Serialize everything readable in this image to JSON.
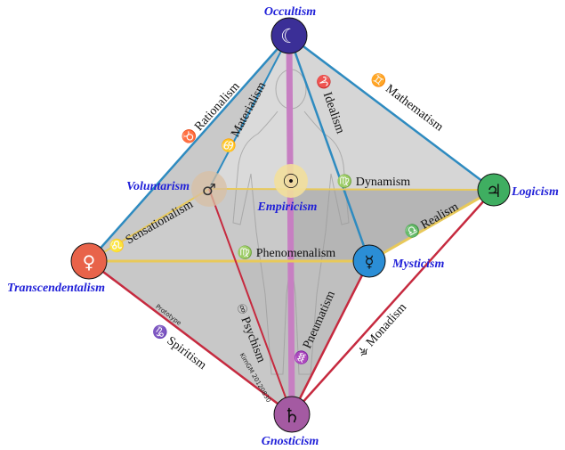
{
  "nodes": {
    "occultism": {
      "label": "Occultism",
      "glyph": "☾",
      "color": "#3b2f97"
    },
    "logicism": {
      "label": "Logicism",
      "glyph": "♃",
      "color": "#3fae61"
    },
    "voluntarism": {
      "label": "Voluntarism",
      "glyph": "♂",
      "color": "#d8bfa3"
    },
    "empiricism": {
      "label": "Empiricism",
      "glyph": "☉",
      "color": "#f2df9c"
    },
    "transcendentalism": {
      "label": "Transcendentalism",
      "glyph": "♀",
      "color": "#e8634a"
    },
    "mysticism": {
      "label": "Mysticism",
      "glyph": "☿",
      "color": "#2b8ed6"
    },
    "gnosticism": {
      "label": "Gnosticism",
      "glyph": "♄",
      "color": "#a45aa2"
    }
  },
  "edges": {
    "rationalism": "♉ Rationalism",
    "mathematism": "♊ Mathematism",
    "materialism": "♋ Materialism",
    "idealism": "♈ Idealism",
    "dynamism": "♍ Dynamism",
    "sensationalism": "♌ Sensationalism",
    "realism": "♎ Realism",
    "phenomenalism": "♍ Phenomenalism",
    "psychism": "♾ Psychism",
    "pneumatism": "♒ Pneumatism",
    "monadism": "⚶ Monadism",
    "spiritism": "♑ Spiritism"
  },
  "annotations": {
    "prototype": "Prototype",
    "credit": "KimGM 20120830"
  },
  "colors": {
    "blue_edge": "#2e8bc0",
    "red_edge": "#c62a3f",
    "yellow_edge": "#e8c95a",
    "axis": "#c77fc2"
  }
}
